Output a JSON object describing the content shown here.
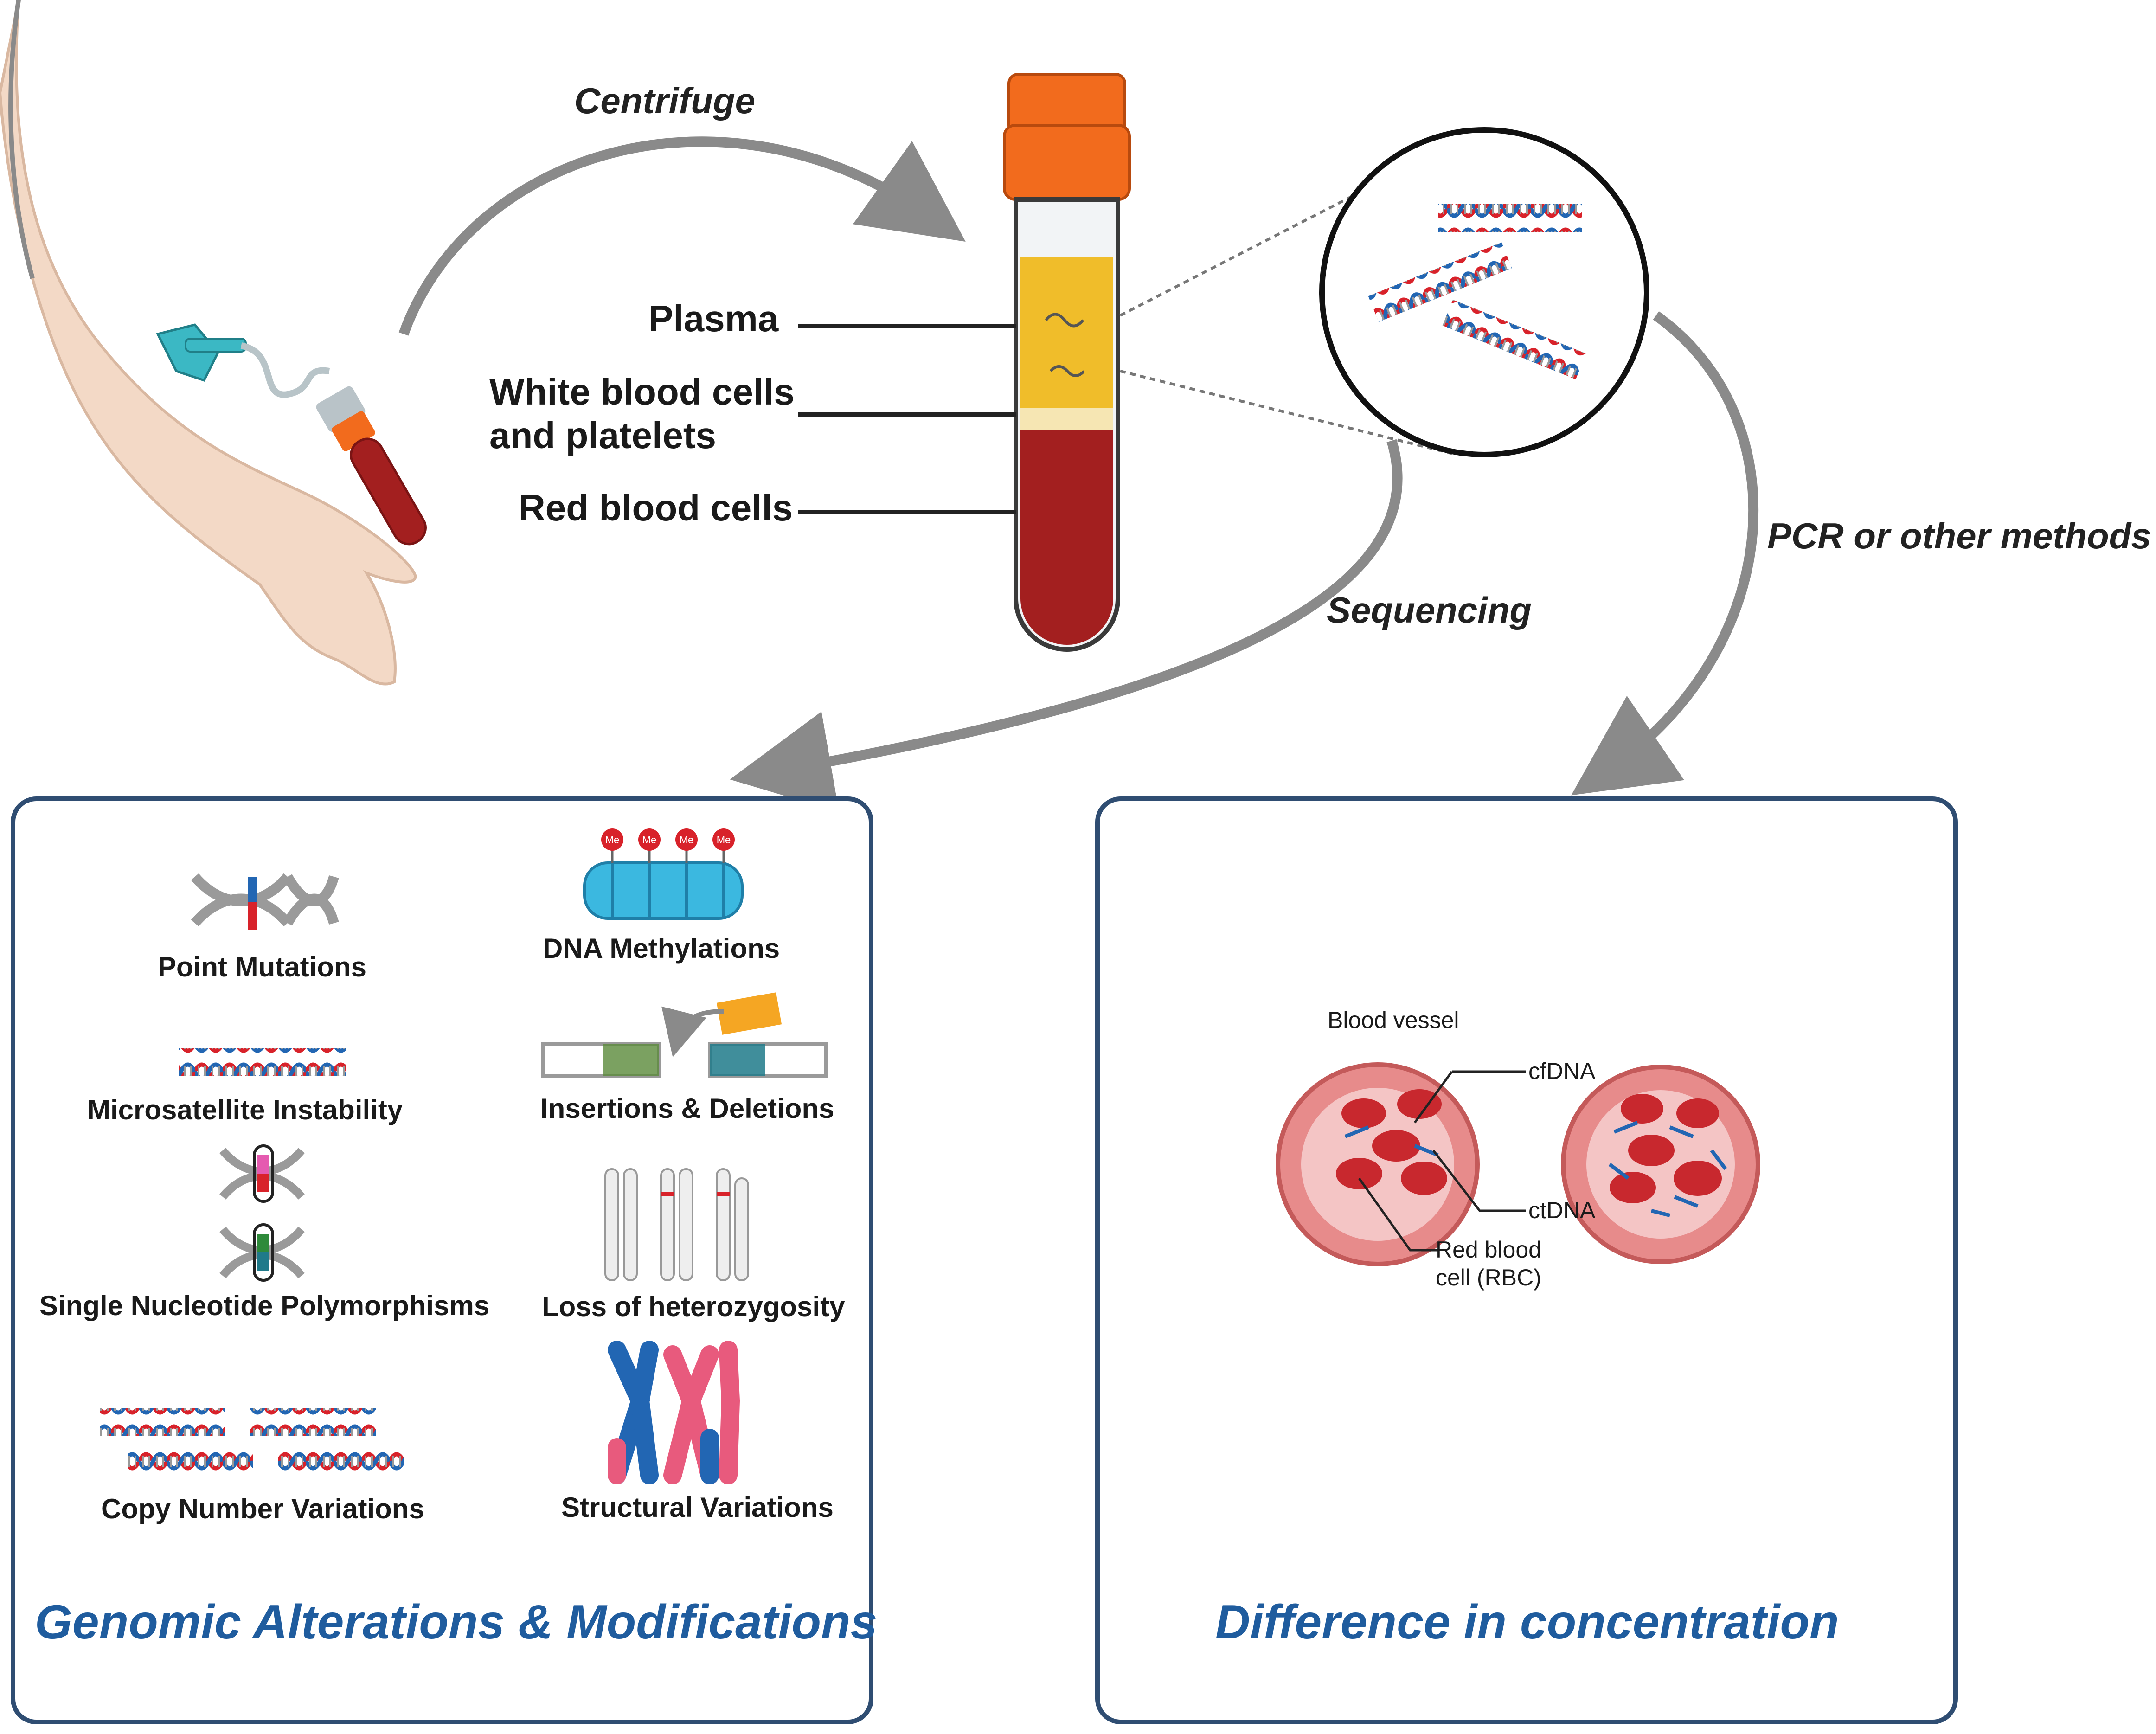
{
  "colors": {
    "arrow": "#8a8a8a",
    "panel_border": "#2f4d72",
    "title_blue": "#1f5c9e",
    "blood_red": "#a31f1f",
    "plasma_yellow": "#f0bd2a",
    "cap_orange": "#f26b1d",
    "dna_red": "#d8222a",
    "dna_blue": "#2266b3"
  },
  "steps": {
    "centrifuge": "Centrifuge",
    "sequencing": "Sequencing",
    "pcr": "PCR or other methods"
  },
  "tube": {
    "plasma": "Plasma",
    "wbc_line1": "White blood cells",
    "wbc_line2": "and platelets",
    "rbc": "Red blood cells"
  },
  "left_panel": {
    "title": "Genomic Alterations & Modifications",
    "items": [
      {
        "label": "Point Mutations",
        "icon": "dna-point-mutation-icon"
      },
      {
        "label": "DNA Methylations",
        "icon": "methylated-nucleosome-icon"
      },
      {
        "label": "Microsatellite Instability",
        "icon": "dna-helix-icon"
      },
      {
        "label": "Insertions & Deletions",
        "icon": "insertion-deletion-icon"
      },
      {
        "label": "Single Nucleotide Polymorphisms",
        "icon": "snp-icon"
      },
      {
        "label": "Loss of heterozygosity",
        "icon": "chromatid-icon"
      },
      {
        "label": "Copy Number Variations",
        "icon": "copy-number-dna-icon"
      },
      {
        "label": "Structural Variations",
        "icon": "chromosome-icon"
      }
    ],
    "methyl_mark": "Me"
  },
  "right_panel": {
    "title": "Difference in concentration",
    "blood_vessel": "Blood vessel",
    "cfdna": "cfDNA",
    "ctdna": "ctDNA",
    "rbc_line1": "Red blood",
    "rbc_line2": "cell (RBC)"
  }
}
